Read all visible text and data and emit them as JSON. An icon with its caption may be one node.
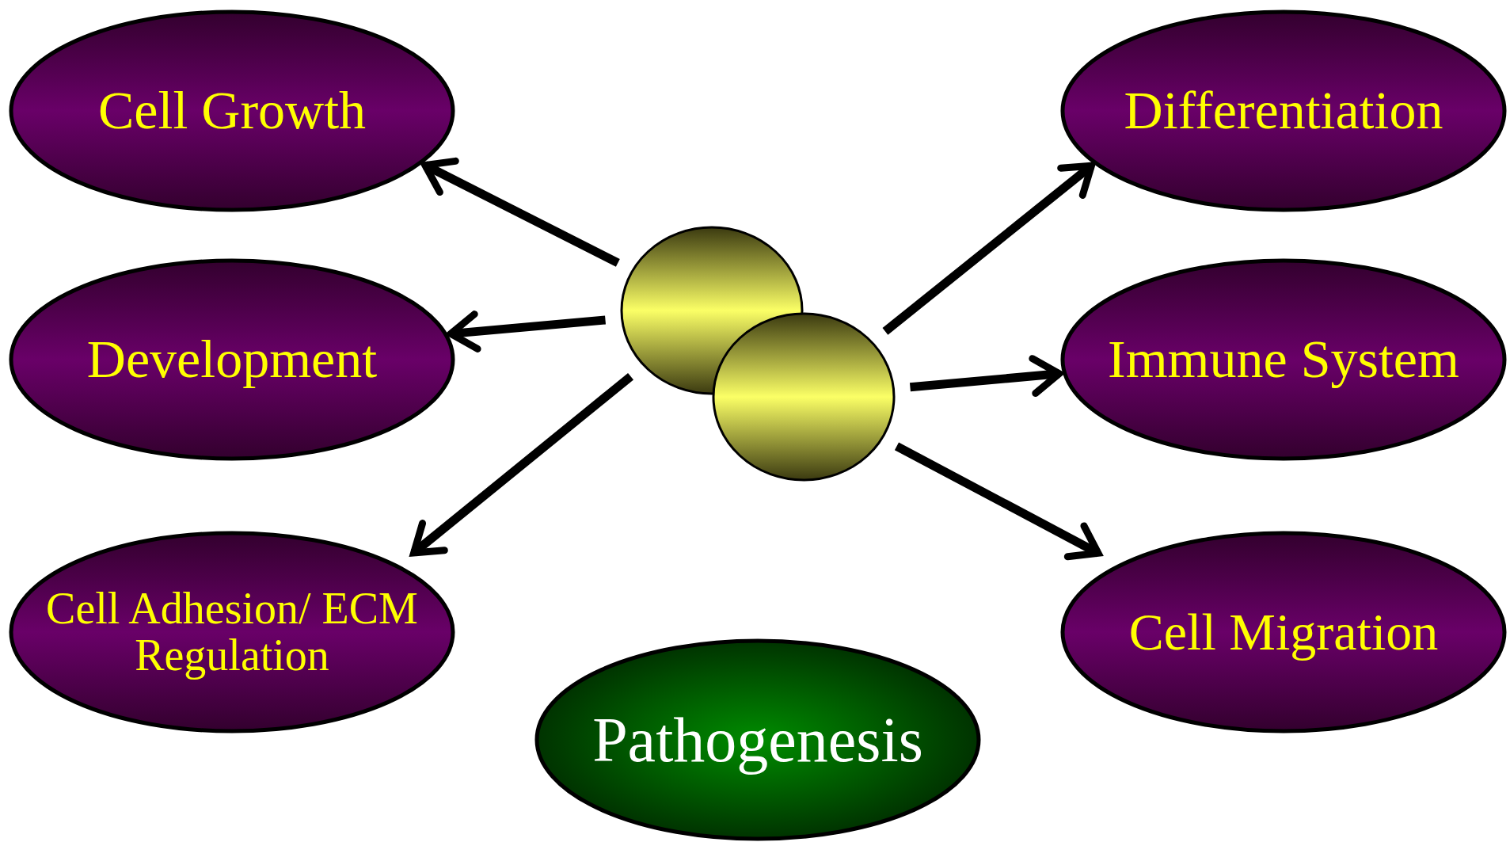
{
  "diagram": {
    "nodes": [
      {
        "text": [
          "Cell Growth"
        ]
      },
      {
        "text": [
          "Differentiation"
        ]
      },
      {
        "text": [],
        "shape": "circle"
      },
      {
        "text": [],
        "shape": "circle"
      },
      {
        "text": [
          "Development"
        ]
      },
      {
        "text": [
          "Immune System"
        ]
      },
      {
        "text": [
          "Cell Adhesion/ ECM Regulation"
        ]
      },
      {
        "text": [
          "Cell Migration"
        ]
      },
      {
        "text": [
          "Pathogenesis"
        ]
      }
    ],
    "edges": [
      {
        "from": 2,
        "to": 0,
        "arrow": "to"
      },
      {
        "from": 2,
        "to": 4,
        "arrow": "to"
      },
      {
        "from": 2,
        "to": 6,
        "arrow": "to"
      },
      {
        "from": 3,
        "to": 1,
        "arrow": "to"
      },
      {
        "from": 3,
        "to": 5,
        "arrow": "to"
      },
      {
        "from": 3,
        "to": 7,
        "arrow": "to"
      }
    ]
  }
}
